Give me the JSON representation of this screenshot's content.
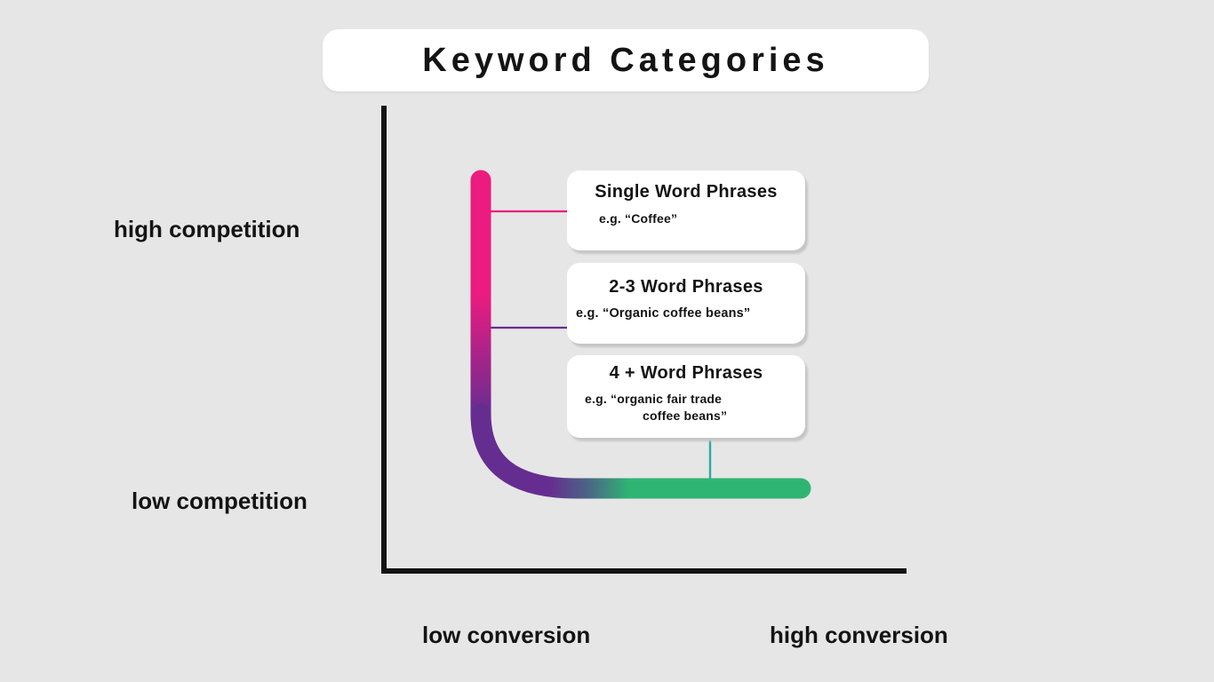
{
  "title": "Keyword Categories",
  "axes": {
    "y_top_label": "high competition",
    "y_bottom_label": "low competition",
    "x_left_label": "low conversion",
    "x_right_label": "high conversion"
  },
  "cards": [
    {
      "title": "Single Word Phrases",
      "example": "e.g. “Coffee”"
    },
    {
      "title": "2-3 Word Phrases",
      "example": "e.g. “Organic coffee beans”"
    },
    {
      "title": "4 + Word Phrases",
      "example_line1": "e.g. “organic fair trade",
      "example_line2": "coffee beans”"
    }
  ],
  "colors": {
    "background": "#e6e6e6",
    "axis": "#141414",
    "pink": "#ec1b7f",
    "purple": "#662d91",
    "slate": "#4b6386",
    "green": "#2fb573",
    "teal": "#2aa9a4",
    "card_bg": "#ffffff",
    "card_shadow": "#c6c6c6",
    "text": "#141414"
  },
  "chart_data": {
    "type": "line",
    "title": "Keyword Categories",
    "x_axis": {
      "left_label": "low conversion",
      "right_label": "high conversion"
    },
    "y_axis": {
      "top_label": "high competition",
      "bottom_label": "low competition"
    },
    "curve_description": "L-shaped curve with gradient from pink (high competition / low conversion) through purple to green (low competition / high conversion)",
    "points": [
      {
        "label": "Single Word Phrases",
        "example": "e.g. “Coffee”",
        "competition": "high",
        "conversion": "low"
      },
      {
        "label": "2-3 Word Phrases",
        "example": "e.g. “Organic coffee beans”",
        "competition": "medium",
        "conversion": "low"
      },
      {
        "label": "4 + Word Phrases",
        "example": "e.g. “organic fair trade coffee beans”",
        "competition": "low",
        "conversion": "high"
      }
    ]
  }
}
